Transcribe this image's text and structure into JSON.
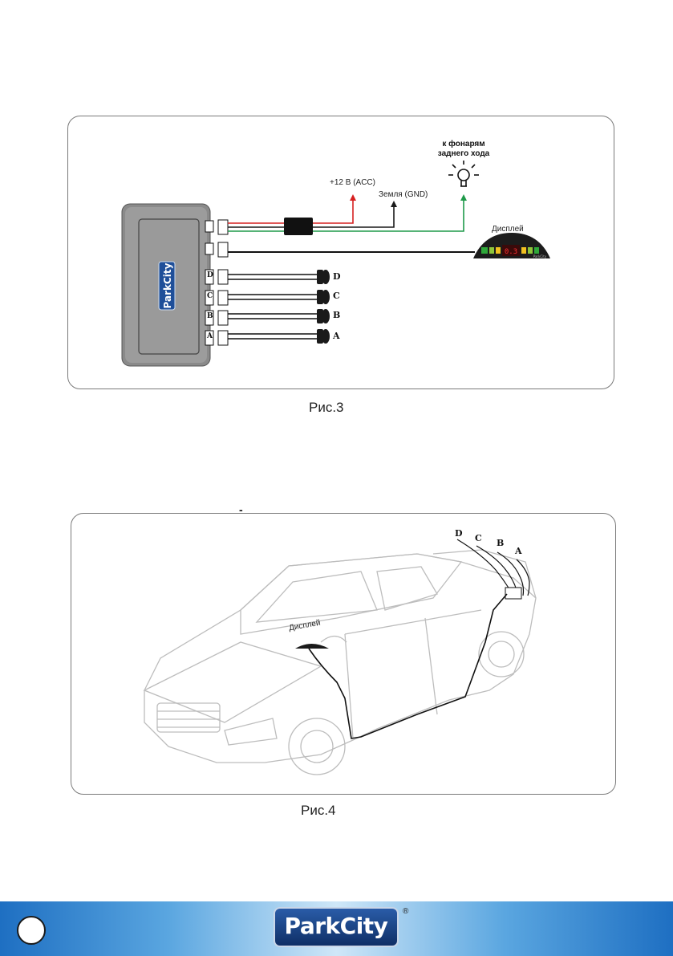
{
  "fig3": {
    "label_acc": "+12 В (ACC)",
    "label_gnd": "Земля (GND)",
    "label_reverse": "к фонарям\nзаднего хода",
    "label_display": "Дисплей",
    "brand": "ParkCity",
    "ports": [
      "D",
      "C",
      "B",
      "A"
    ],
    "sensors": [
      "D",
      "C",
      "B",
      "A"
    ],
    "display_digits": "0.3",
    "display_brand": "ParkCity",
    "wire_colors": {
      "acc": "#d62020",
      "gnd": "#1a1a1a",
      "reverse": "#1f9a4a"
    }
  },
  "caption3": "Рис.3",
  "fig4": {
    "label_display": "Дисплей",
    "sensors": [
      "D",
      "C",
      "B",
      "A"
    ]
  },
  "caption4": "Рис.4",
  "footer": {
    "brand": "ParkCity",
    "reg": "®",
    "colors": {
      "blue": "#1e6fc2",
      "light": "#cfe7f8"
    }
  },
  "stray_mark": "-"
}
